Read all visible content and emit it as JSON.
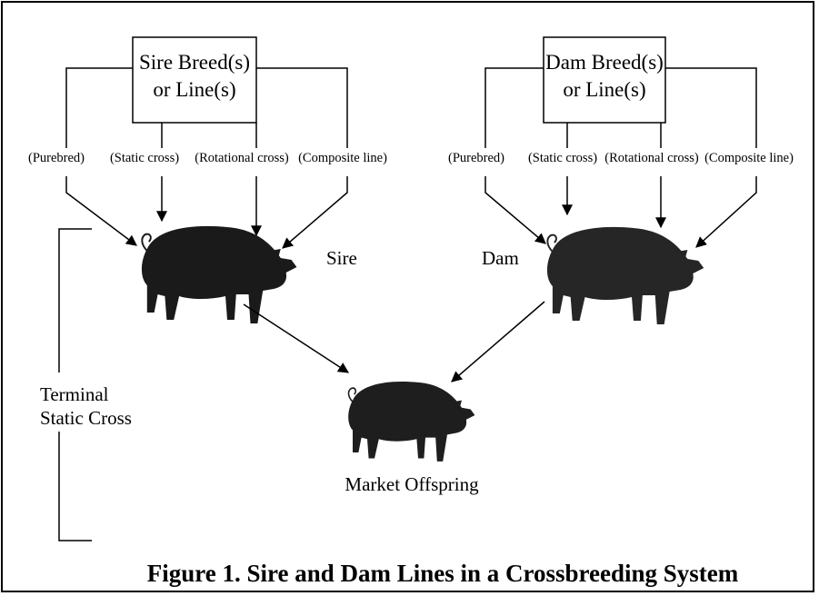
{
  "sire_box": {
    "line1": "Sire Breed(s)",
    "line2": "or Line(s)"
  },
  "dam_box": {
    "line1": "Dam Breed(s)",
    "line2": "or Line(s)"
  },
  "sire_options": [
    "(Purebred)",
    "(Static cross)",
    "(Rotational cross)",
    "(Composite line)"
  ],
  "dam_options": [
    "(Purebred)",
    "(Static cross)",
    "(Rotational cross)",
    "(Composite line)"
  ],
  "labels": {
    "sire": "Sire",
    "dam": "Dam",
    "offspring": "Market Offspring",
    "terminal_line1": "Terminal",
    "terminal_line2": "Static Cross"
  },
  "caption": "Figure 1. Sire and Dam Lines in a Crossbreeding System",
  "colors": {
    "pig_sire": "#1a1a1a",
    "pig_dam": "#262626",
    "pig_offspring": "#1e1e1e",
    "line": "#000000"
  }
}
